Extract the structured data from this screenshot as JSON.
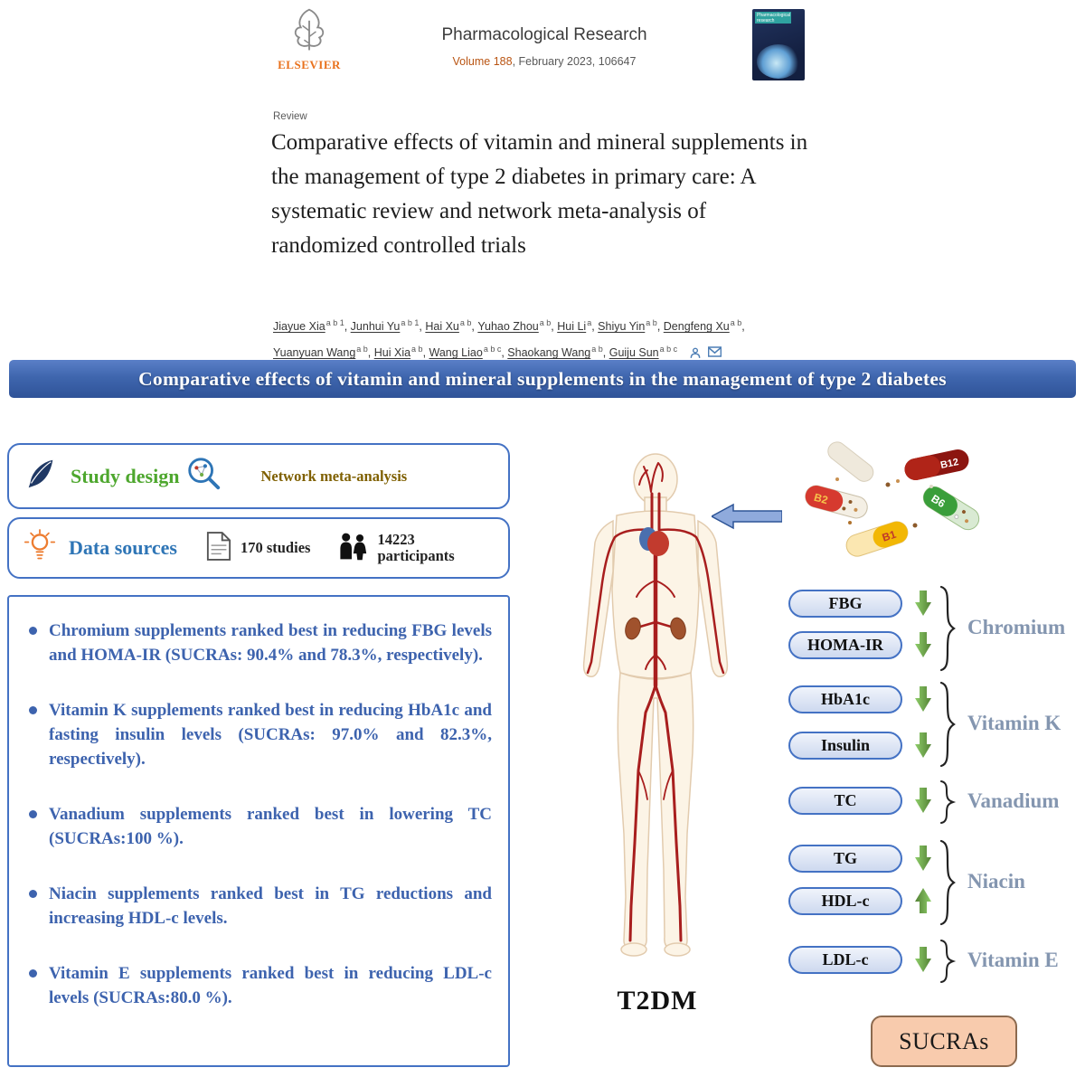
{
  "header": {
    "publisher": "ELSEVIER",
    "journal_title": "Pharmacological Research",
    "volume_link": "Volume 188",
    "issue_suffix": ", February 2023, 106647",
    "cover_title": "Pharmacological research"
  },
  "article": {
    "type_label": "Review",
    "title": "Comparative effects of vitamin and mineral supplements in the management of type 2 diabetes in primary care: A systematic review and network meta-analysis of randomized controlled trials",
    "authors": [
      {
        "name": "Jiayue Xia",
        "sup": "a b 1"
      },
      {
        "name": "Junhui Yu",
        "sup": "a b 1"
      },
      {
        "name": "Hai Xu",
        "sup": "a b"
      },
      {
        "name": "Yuhao Zhou",
        "sup": "a b"
      },
      {
        "name": "Hui Li",
        "sup": "a"
      },
      {
        "name": "Shiyu Yin",
        "sup": "a b"
      },
      {
        "name": "Dengfeng Xu",
        "sup": "a b"
      },
      {
        "name": "Yuanyuan Wang",
        "sup": "a b"
      },
      {
        "name": "Hui Xia",
        "sup": "a b"
      },
      {
        "name": "Wang Liao",
        "sup": "a b c"
      },
      {
        "name": "Shaokang Wang",
        "sup": "a b"
      },
      {
        "name": "Guiju Sun",
        "sup": "a b c"
      }
    ]
  },
  "abstract": {
    "banner": "Comparative effects of vitamin and mineral supplements in the management of type 2 diabetes",
    "study_design": {
      "label": "Study design",
      "value": "Network meta-analysis"
    },
    "data_sources": {
      "label": "Data sources",
      "studies": "170 studies",
      "participants": "14223 participants"
    },
    "findings": [
      "Chromium supplements ranked best in reducing FBG levels and HOMA-IR (SUCRAs: 90.4% and 78.3%, respectively).",
      "Vitamin K supplements ranked best in reducing HbA1c and fasting insulin levels (SUCRAs: 97.0% and 82.3%, respectively).",
      "Vanadium supplements ranked best in lowering TC (SUCRAs:100 %).",
      "Niacin supplements ranked best in TG reductions and increasing HDL-c levels.",
      "Vitamin E supplements ranked best in reducing LDL-c levels (SUCRAs:80.0 %)."
    ],
    "body_label": "T2DM",
    "outcomes": [
      {
        "marker": "FBG",
        "direction": "down"
      },
      {
        "marker": "HOMA-IR",
        "direction": "down"
      },
      {
        "marker": "HbA1c",
        "direction": "down"
      },
      {
        "marker": "Insulin",
        "direction": "down"
      },
      {
        "marker": "TC",
        "direction": "down"
      },
      {
        "marker": "TG",
        "direction": "down"
      },
      {
        "marker": "HDL-c",
        "direction": "up"
      },
      {
        "marker": "LDL-c",
        "direction": "down"
      }
    ],
    "supplements": [
      "Chromium",
      "Vitamin K",
      "Vanadium",
      "Niacin",
      "Vitamin E"
    ],
    "pills": [
      "B2",
      "B12",
      "B6",
      "B1"
    ],
    "sucras": "SUCRAs"
  },
  "colors": {
    "banner_blue": "#3f66ae",
    "accent_blue": "#4472C4",
    "findings_blue": "#3d63ae",
    "study_green": "#4EA72E",
    "data_blue": "#2E75B6",
    "network_olive": "#7F6000",
    "arrow_green": "#70AD47",
    "supplement_slate": "#8496B0",
    "sucras_peach": "#F8CBAD",
    "elsevier_orange": "#E9711C"
  }
}
